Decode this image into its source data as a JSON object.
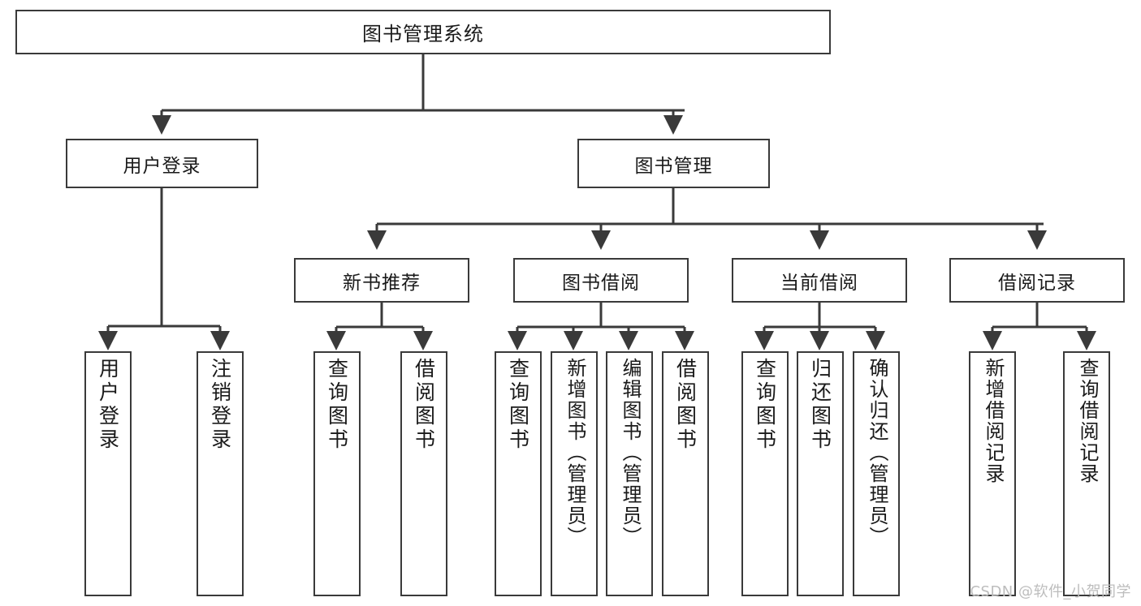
{
  "diagram": {
    "title": "图书管理系统",
    "watermark": "CSDN @软件_小贺同学",
    "line_color": "#3a3a3a",
    "box_fill": "#ffffff",
    "text_color": "#1a1a1a",
    "watermark_color": "#bdbdbd"
  },
  "nodes": {
    "root": {
      "label": "图书管理系统"
    },
    "level2": [
      {
        "label": "用户登录"
      },
      {
        "label": "图书管理"
      }
    ],
    "level3": [
      {
        "label": "新书推荐"
      },
      {
        "label": "图书借阅"
      },
      {
        "label": "当前借阅"
      },
      {
        "label": "借阅记录"
      }
    ],
    "leaves": {
      "user_login": [
        {
          "label": "用户登录"
        },
        {
          "label": "注销登录"
        }
      ],
      "new_book_recommend": [
        {
          "label": "查询图书"
        },
        {
          "label": "借阅图书"
        }
      ],
      "book_borrow": [
        {
          "label": "查询图书"
        },
        {
          "label": "新增图书（管理员）"
        },
        {
          "label": "编辑图书（管理员）"
        },
        {
          "label": "借阅图书"
        }
      ],
      "current_borrow": [
        {
          "label": "查询图书"
        },
        {
          "label": "归还图书"
        },
        {
          "label": "确认归还（管理员）"
        }
      ],
      "borrow_record": [
        {
          "label": "新增借阅记录"
        },
        {
          "label": "查询借阅记录"
        }
      ]
    }
  },
  "chart_data": {
    "type": "tree-diagram",
    "title": "图书管理系统",
    "orientation": "top-down",
    "levels": 4,
    "tree": {
      "name": "图书管理系统",
      "children": [
        {
          "name": "用户登录",
          "children": [
            {
              "name": "用户登录"
            },
            {
              "name": "注销登录"
            }
          ]
        },
        {
          "name": "图书管理",
          "children": [
            {
              "name": "新书推荐",
              "children": [
                {
                  "name": "查询图书"
                },
                {
                  "name": "借阅图书"
                }
              ]
            },
            {
              "name": "图书借阅",
              "children": [
                {
                  "name": "查询图书"
                },
                {
                  "name": "新增图书（管理员）"
                },
                {
                  "name": "编辑图书（管理员）"
                },
                {
                  "name": "借阅图书"
                }
              ]
            },
            {
              "name": "当前借阅",
              "children": [
                {
                  "name": "查询图书"
                },
                {
                  "name": "归还图书"
                },
                {
                  "name": "确认归还（管理员）"
                }
              ]
            },
            {
              "name": "借阅记录",
              "children": [
                {
                  "name": "新增借阅记录"
                },
                {
                  "name": "查询借阅记录"
                }
              ]
            }
          ]
        }
      ]
    }
  }
}
